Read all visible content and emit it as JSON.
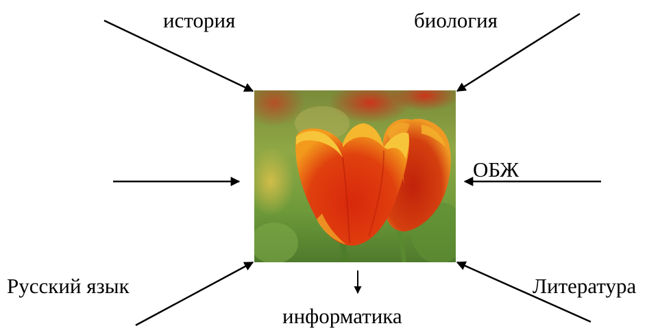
{
  "subjects": {
    "history": "история",
    "biology": "биология",
    "obzh": "ОБЖ",
    "russian": "Русский язык",
    "literature": "Литература",
    "informatics": "информатика"
  },
  "image": {
    "subject": "tulip-photo"
  },
  "colors": {
    "text": "#000000",
    "arrow": "#000000",
    "background": "#ffffff"
  }
}
